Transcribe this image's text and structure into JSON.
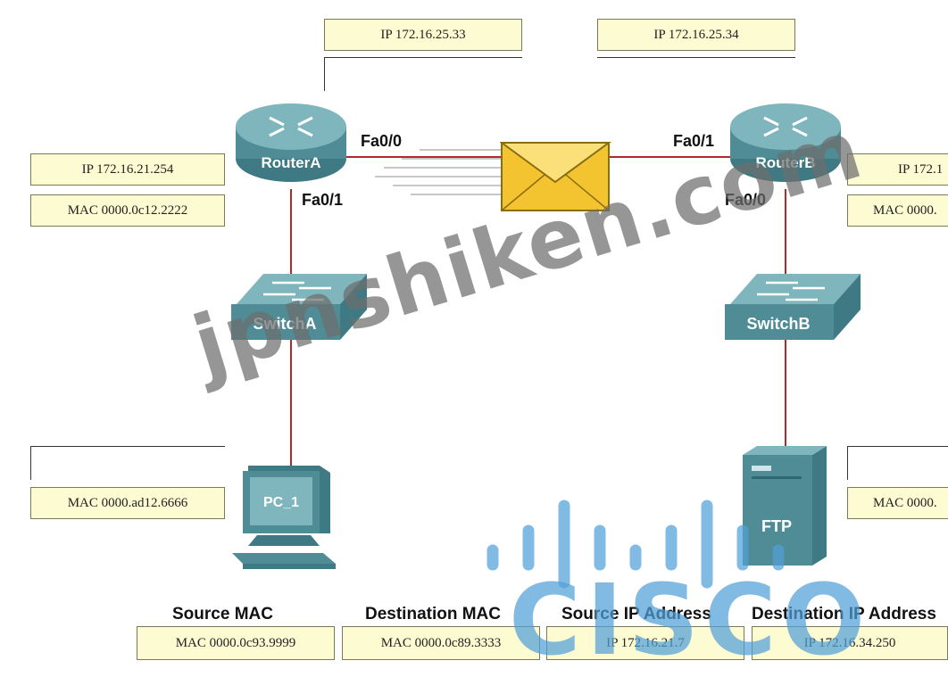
{
  "routerA": {
    "name": "RouterA",
    "top_ip": "IP 172.16.25.33",
    "left_ip": "IP 172.16.21.254",
    "left_mac": "MAC 0000.0c12.2222",
    "if_top": "Fa0/0",
    "if_bottom": "Fa0/1"
  },
  "routerB": {
    "name": "RouterB",
    "top_ip": "IP 172.16.25.34",
    "right_ip": "IP 172.1",
    "right_mac": "MAC 0000.",
    "if_top": "Fa0/1",
    "if_bottom": "Fa0/0"
  },
  "switchA": {
    "name": "SwitchA"
  },
  "switchB": {
    "name": "SwitchB"
  },
  "pc": {
    "name": "PC_1",
    "mac": "MAC 0000.ad12.6666"
  },
  "ftp": {
    "name": "FTP",
    "mac": "MAC 0000."
  },
  "packet_table": {
    "headers": [
      "Source MAC",
      "Destination MAC",
      "Source IP Address",
      "Destination IP Address"
    ],
    "values": [
      "MAC 0000.0c93.9999",
      "MAC 0000.0c89.3333",
      "IP 172.16.21.7",
      "IP 172.16.34.250"
    ]
  },
  "watermark": "jpnshiken.com",
  "logo_text": "CISCO",
  "colors": {
    "link": "#b02a2a",
    "label_bg": "#fdfbd2",
    "device": "#4f8c95",
    "cisco_blue": "#50a0d7"
  }
}
